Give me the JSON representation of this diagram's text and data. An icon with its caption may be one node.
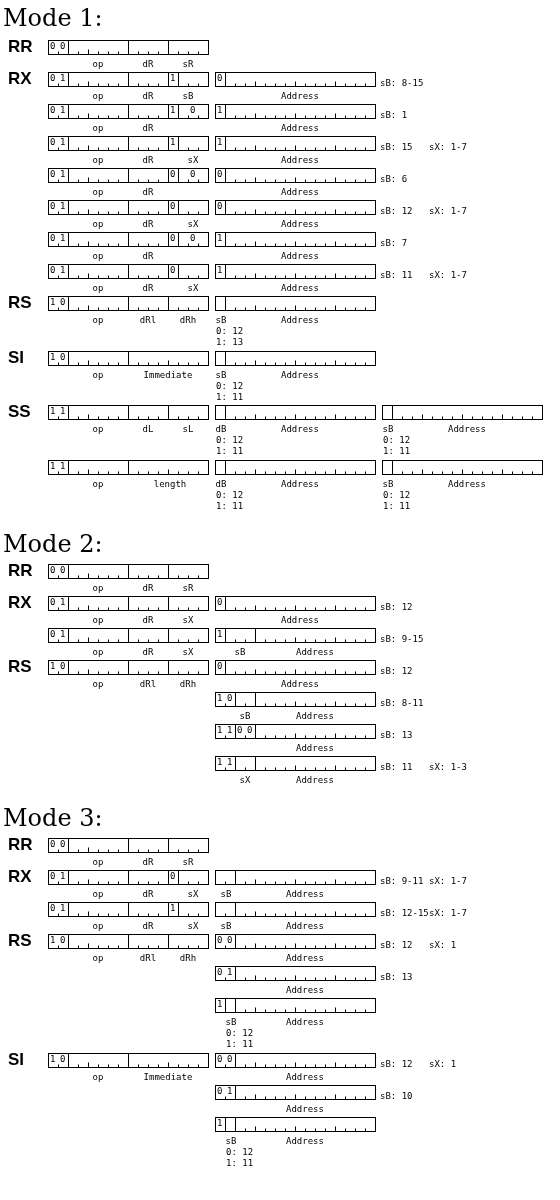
{
  "diagram": {
    "nodes": [
      {
        "text": [
          "0",
          "0"
        ],
        "beside": [
          "op",
          "dR",
          "sR"
        ]
      },
      {
        "text": [
          "0",
          "1",
          "1"
        ],
        "beside": [
          "op",
          "dR",
          "sB"
        ]
      },
      {
        "text": [
          "0"
        ],
        "beside": [
          "Address",
          "sB: 8-15"
        ]
      },
      {
        "text": [
          "0",
          "1",
          "1",
          "0"
        ],
        "beside": [
          "op",
          "dR"
        ]
      },
      {
        "text": [
          "1"
        ],
        "beside": [
          "Address",
          "sB: 1"
        ]
      },
      {
        "text": [
          "0",
          "1",
          "1"
        ],
        "beside": [
          "op",
          "dR",
          "sX"
        ]
      },
      {
        "text": [
          "1"
        ],
        "beside": [
          "Address",
          "sB: 15",
          "sX: 1-7"
        ]
      },
      {
        "text": [
          "0",
          "1",
          "0",
          "0"
        ],
        "beside": [
          "op",
          "dR"
        ]
      },
      {
        "text": [
          "0"
        ],
        "beside": [
          "Address",
          "sB: 6"
        ]
      },
      {
        "text": [
          "0",
          "1",
          "0"
        ],
        "beside": [
          "op",
          "dR",
          "sX"
        ]
      },
      {
        "text": [
          "0"
        ],
        "beside": [
          "Address",
          "sB: 12",
          "sX: 1-7"
        ]
      },
      {
        "text": [
          "0",
          "1",
          "0",
          "0"
        ],
        "beside": [
          "op",
          "dR"
        ]
      },
      {
        "text": [
          "1"
        ],
        "beside": [
          "Address",
          "sB: 7"
        ]
      },
      {
        "text": [
          "0",
          "1",
          "0"
        ],
        "beside": [
          "op",
          "dR",
          "sX"
        ]
      },
      {
        "text": [
          "1"
        ],
        "beside": [
          "Address",
          "sB: 11",
          "sX: 1-7"
        ]
      },
      {
        "text": [
          "1",
          "0"
        ],
        "beside": [
          "op",
          "dRl",
          "dRh"
        ]
      },
      {
        "text": [],
        "shape": "box",
        "beside": [
          "sB",
          "Address",
          "0: 12",
          "1: 13"
        ]
      },
      {
        "text": [
          "1",
          "0"
        ],
        "beside": [
          "op",
          "Immediate"
        ]
      },
      {
        "text": [],
        "shape": "box",
        "beside": [
          "sB",
          "Address",
          "0: 12",
          "1: 11"
        ]
      },
      {
        "text": [
          "1",
          "1"
        ],
        "beside": [
          "op",
          "dL",
          "sL"
        ]
      },
      {
        "text": [],
        "shape": "box",
        "beside": [
          "dB",
          "Address",
          "0: 12",
          "1: 11"
        ]
      },
      {
        "text": [],
        "shape": "box",
        "beside": [
          "sB",
          "Address",
          "0: 12",
          "1: 11"
        ]
      },
      {
        "text": [
          "1",
          "1"
        ],
        "beside": [
          "op",
          "length"
        ]
      },
      {
        "text": [],
        "shape": "box",
        "beside": [
          "dB",
          "Address",
          "0: 12",
          "1: 11"
        ]
      },
      {
        "text": [],
        "shape": "box",
        "beside": [
          "sB",
          "Address",
          "0: 12",
          "1: 11"
        ]
      },
      {
        "text": [
          "0",
          "0"
        ],
        "beside": [
          "op",
          "dR",
          "sR"
        ]
      },
      {
        "text": [
          "0",
          "1"
        ],
        "beside": [
          "op",
          "dR",
          "sX"
        ]
      },
      {
        "text": [
          "0"
        ],
        "beside": [
          "Address",
          "sB: 12"
        ]
      },
      {
        "text": [
          "0",
          "1"
        ],
        "beside": [
          "op",
          "dR",
          "sX"
        ]
      },
      {
        "text": [
          "1"
        ],
        "beside": [
          "sB",
          "Address",
          "sB: 9-15"
        ]
      },
      {
        "text": [
          "1",
          "0"
        ],
        "beside": [
          "op",
          "dRl",
          "dRh"
        ]
      },
      {
        "text": [
          "0"
        ],
        "beside": [
          "Address",
          "sB: 12"
        ]
      },
      {
        "text": [
          "1",
          "0"
        ],
        "beside": [
          "sB",
          "Address",
          "sB: 8-11"
        ]
      },
      {
        "text": [
          "1",
          "1",
          "0",
          "0"
        ],
        "beside": [
          "Address",
          "sB: 13"
        ]
      },
      {
        "text": [
          "1",
          "1"
        ],
        "beside": [
          "sX",
          "Address",
          "sB: 11",
          "sX: 1-3"
        ]
      },
      {
        "text": [
          "0",
          "0"
        ],
        "beside": [
          "op",
          "dR",
          "sR"
        ]
      },
      {
        "text": [
          "0",
          "1",
          "0"
        ],
        "beside": [
          "op",
          "dR",
          "sX"
        ]
      },
      {
        "text": [],
        "shape": "box",
        "beside": [
          "sB",
          "Address",
          "sB: 9-11",
          "sX: 1-7"
        ]
      },
      {
        "text": [
          "0",
          "1",
          "1"
        ],
        "beside": [
          "op",
          "dR",
          "sX"
        ]
      },
      {
        "text": [],
        "shape": "box",
        "beside": [
          "sB",
          "Address",
          "sB: 12-15",
          "sX: 1-7"
        ]
      },
      {
        "text": [
          "1",
          "0"
        ],
        "beside": [
          "op",
          "dRl",
          "dRh"
        ]
      },
      {
        "text": [
          "0",
          "0"
        ],
        "beside": [
          "Address",
          "sB: 12",
          "sX: 1"
        ]
      },
      {
        "text": [
          "0",
          "1"
        ],
        "beside": [
          "Address",
          "sB: 13"
        ]
      },
      {
        "text": [
          "1"
        ],
        "beside": [
          "sB",
          "Address",
          "0: 12",
          "1: 11"
        ]
      },
      {
        "text": [
          "1",
          "0"
        ],
        "beside": [
          "op",
          "Immediate"
        ]
      },
      {
        "text": [
          "0",
          "0"
        ],
        "beside": [
          "Address",
          "sB: 12",
          "sX: 1"
        ]
      },
      {
        "text": [
          "0",
          "1"
        ],
        "beside": [
          "Address",
          "sB: 10"
        ]
      },
      {
        "text": [
          "1"
        ],
        "beside": [
          "sB",
          "Address",
          "0: 12",
          "1: 11"
        ]
      }
    ],
    "labels": [
      "Mode 1:",
      "RR",
      "RX",
      "RS",
      "SI",
      "SS",
      "Mode 2:",
      "RR",
      "RX",
      "RS",
      "Mode 3:",
      "RR",
      "RX",
      "RS",
      "SI"
    ]
  }
}
